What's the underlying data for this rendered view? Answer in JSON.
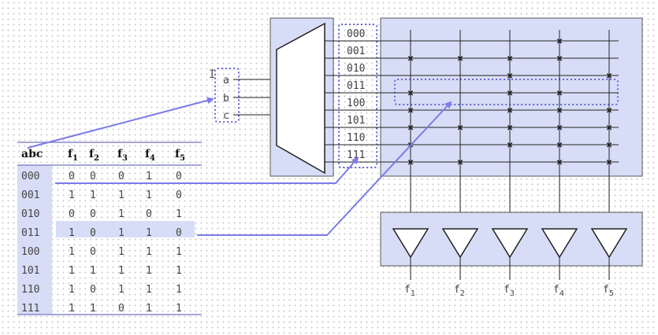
{
  "colors": {
    "highlight": "#d8ddf7",
    "highlight_border": "#5a5ab0",
    "connector": "#7b7bea",
    "line": "#222222",
    "dotted_box": "#6666dd"
  },
  "decoder": {
    "inputs": [
      "a",
      "b",
      "c"
    ],
    "outputs": [
      "000",
      "001",
      "010",
      "011",
      "100",
      "101",
      "110",
      "111"
    ]
  },
  "truth_table": {
    "headers": [
      {
        "base": "abc",
        "sub": ""
      },
      {
        "base": "f",
        "sub": "1"
      },
      {
        "base": "f",
        "sub": "2"
      },
      {
        "base": "f",
        "sub": "3"
      },
      {
        "base": "f",
        "sub": "4"
      },
      {
        "base": "f",
        "sub": "5"
      }
    ],
    "rows": [
      {
        "abc": "000",
        "f": [
          "0",
          "0",
          "0",
          "1",
          "0"
        ]
      },
      {
        "abc": "001",
        "f": [
          "1",
          "1",
          "1",
          "1",
          "0"
        ]
      },
      {
        "abc": "010",
        "f": [
          "0",
          "0",
          "1",
          "0",
          "1"
        ]
      },
      {
        "abc": "011",
        "f": [
          "1",
          "0",
          "1",
          "1",
          "0"
        ]
      },
      {
        "abc": "100",
        "f": [
          "1",
          "0",
          "1",
          "1",
          "1"
        ]
      },
      {
        "abc": "101",
        "f": [
          "1",
          "1",
          "1",
          "1",
          "1"
        ]
      },
      {
        "abc": "110",
        "f": [
          "1",
          "0",
          "1",
          "1",
          "1"
        ]
      },
      {
        "abc": "111",
        "f": [
          "1",
          "1",
          "0",
          "1",
          "1"
        ]
      }
    ],
    "highlighted_row_index": 3
  },
  "outputs": [
    {
      "base": "f",
      "sub": "1"
    },
    {
      "base": "f",
      "sub": "2"
    },
    {
      "base": "f",
      "sub": "3"
    },
    {
      "base": "f",
      "sub": "4"
    },
    {
      "base": "f",
      "sub": "5"
    }
  ],
  "icons": {
    "or_gate": "downward-triangle-icon",
    "connection_mark": "x-mark-icon"
  }
}
